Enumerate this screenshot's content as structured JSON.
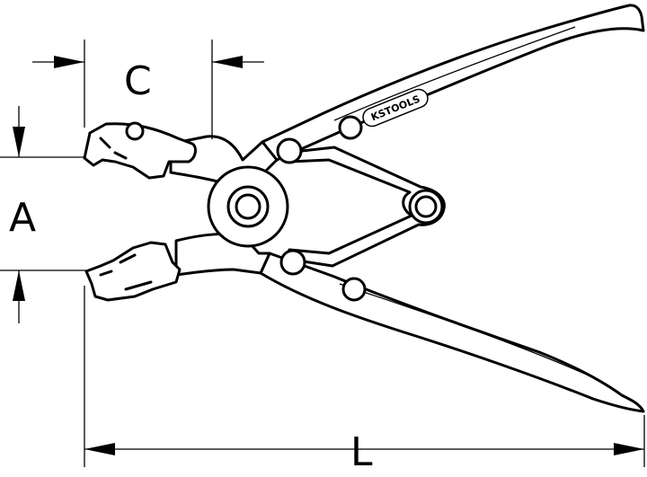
{
  "dimensions": {
    "c_label": "C",
    "a_label": "A",
    "l_label": "L"
  },
  "tool": {
    "brand_logo_text": "KSTOOLS"
  }
}
